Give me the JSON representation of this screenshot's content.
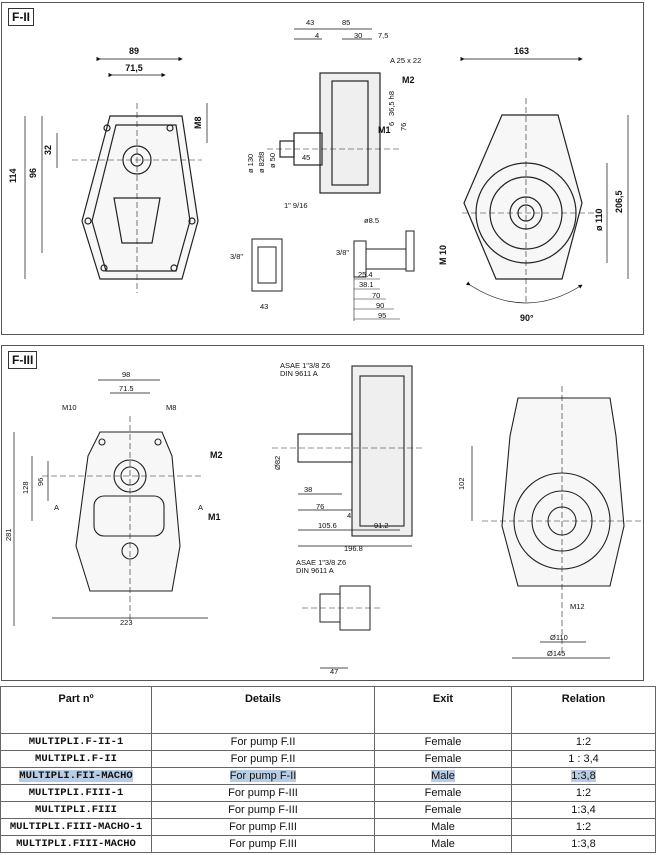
{
  "panel_fii": {
    "label": "F-II",
    "dims": {
      "w89": "89",
      "w71": "71,5",
      "h114": "114",
      "h96": "96",
      "h32": "32",
      "m8": "M8",
      "d43": "43",
      "d85": "85",
      "d4": "4",
      "d30": "30",
      "d75": "7,5",
      "a25": "A 25 x 22",
      "m2": "M2",
      "m1": "M1",
      "d365": "36,5 h8",
      "d6": "6",
      "d76": "76",
      "d130": "ø 130",
      "d82": "ø 82f8",
      "d50": "ø 50",
      "d45": "45",
      "d1916": "1\" 9/16",
      "d38a": "3/8\"",
      "d43b": "43",
      "d38b": "3/8\"",
      "d85b": "ø8.5",
      "d254": "25.4",
      "d381": "38.1",
      "d70": "70",
      "d90": "90",
      "d95": "95",
      "d163": "163",
      "d2065": "206,5",
      "d110": "ø 110",
      "m10": "M 10",
      "a90": "90°"
    }
  },
  "panel_fiii": {
    "label": "F-III",
    "dims": {
      "w98": "98",
      "w715": "71.5",
      "m10": "M10",
      "m8": "M8",
      "h281": "281",
      "h128": "128",
      "h96": "96",
      "a1": "A",
      "a2": "A",
      "m2": "M2",
      "m1": "M1",
      "w223": "223",
      "asae1": "ASAE 1\"3/8 Z6",
      "din1": "DIN 9611 A",
      "d82": "Ø82",
      "d38": "38",
      "d76": "76",
      "d4": "4",
      "d1056": "105.6",
      "d912": "91.2",
      "d1968": "196.8",
      "asae2": "ASAE 1\"3/8 Z6",
      "din2": "DIN 9611 A",
      "d47": "47",
      "d102": "102",
      "m12": "M12",
      "d110": "Ø110",
      "d145": "Ø145"
    }
  },
  "table": {
    "headers": [
      "Part nº",
      "Details",
      "Exit",
      "Relation"
    ],
    "rows": [
      [
        "MULTIPLI.F-II-1",
        "For pump F.II",
        "Female",
        "1:2"
      ],
      [
        "MULTIPLI.F-II",
        "For pump F.II",
        "Female",
        "1 : 3,4"
      ],
      [
        "MULTIPLI.FII-MACHO",
        "For pump F-II",
        "Male",
        "1:3,8"
      ],
      [
        "MULTIPLI.FIII-1",
        "For pump F-III",
        "Female",
        "1:2"
      ],
      [
        "MULTIPLI.FIII",
        "For pump F-III",
        "Female",
        "1:3,4"
      ],
      [
        "MULTIPLI.FIII-MACHO-1",
        "For pump F.III",
        "Male",
        "1:2"
      ],
      [
        "MULTIPLI.FIII-MACHO",
        "For pump F.III",
        "Male",
        "1:3,8"
      ]
    ]
  }
}
